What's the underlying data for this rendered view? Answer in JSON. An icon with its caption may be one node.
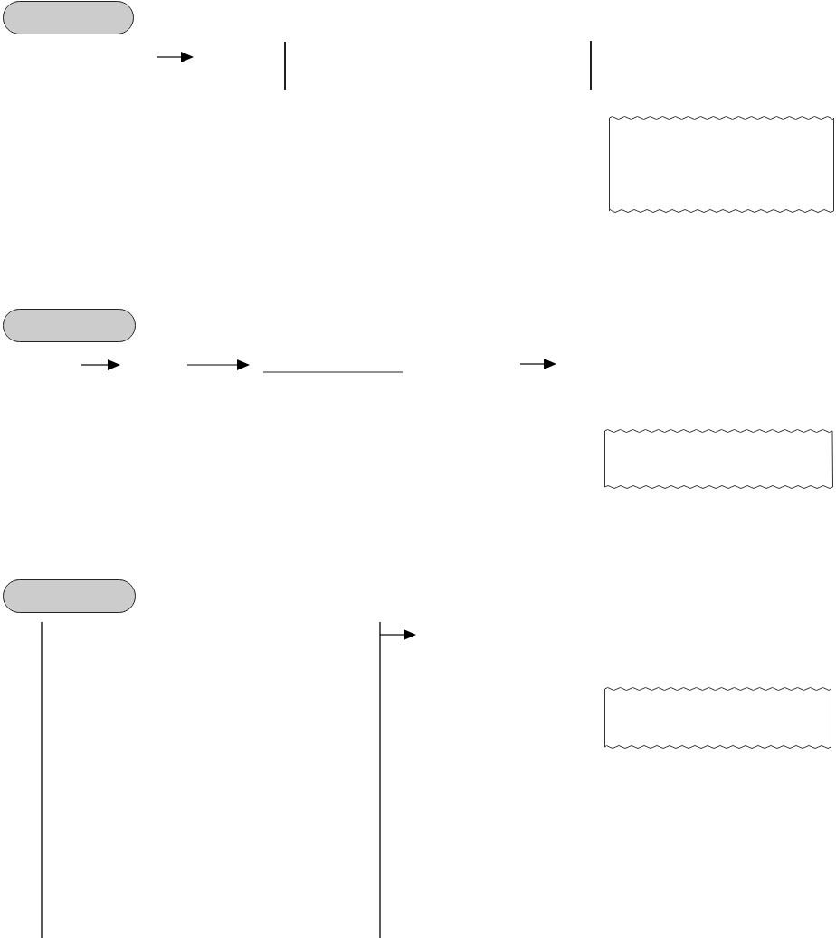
{
  "diagram": {
    "nodes": [
      {
        "text": [],
        "shape": "pill"
      },
      {
        "text": [],
        "shape": "receipt"
      },
      {
        "text": [],
        "shape": "pill"
      },
      {
        "text": [],
        "shape": "receipt"
      },
      {
        "text": [],
        "shape": "pill"
      },
      {
        "text": [],
        "shape": "receipt"
      }
    ]
  }
}
